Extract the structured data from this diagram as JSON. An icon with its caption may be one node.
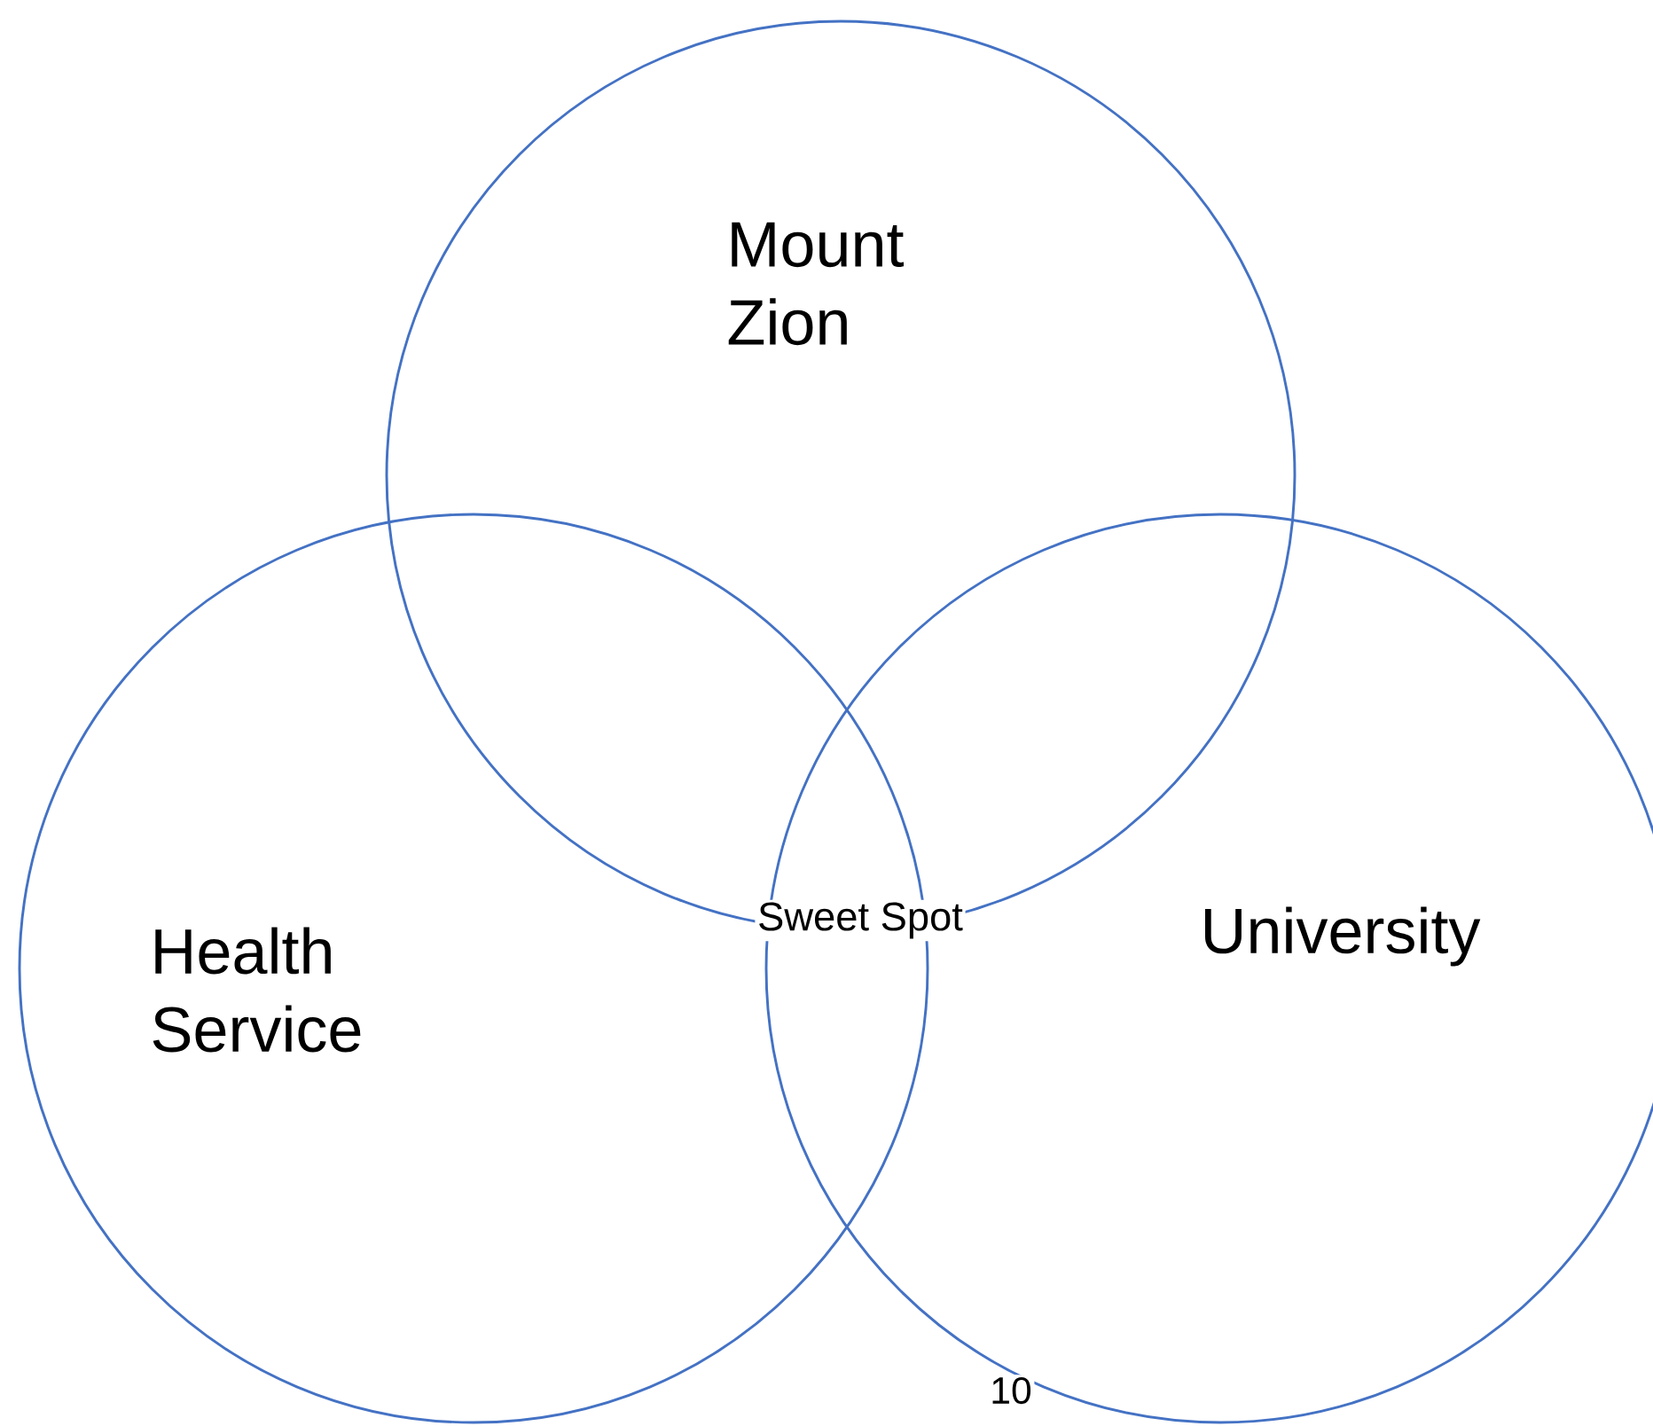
{
  "diagram": {
    "nodes": [
      {
        "text": [
          "Mount Zion"
        ]
      },
      {
        "text": [
          "Health Service"
        ]
      },
      {
        "text": [
          "University"
        ]
      }
    ],
    "labels": [
      "Sweet Spot",
      "10"
    ]
  }
}
